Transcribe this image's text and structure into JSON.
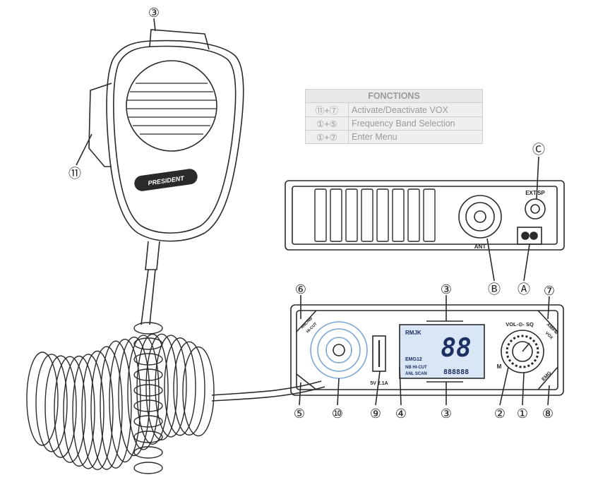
{
  "functions_table": {
    "title": "FONCTIONS",
    "rows": [
      {
        "keys": "⑪+⑦",
        "label": "Activate/Deactivate VOX"
      },
      {
        "keys": "①+⑤",
        "label": "Frequency Band Selection"
      },
      {
        "keys": "①+⑦",
        "label": "Enter Menu"
      }
    ]
  },
  "brand": "PRESIDENT",
  "callouts": {
    "n1": "①",
    "n2": "②",
    "n3": "③",
    "n4": "④",
    "n5": "⑤",
    "n6": "⑥",
    "n7": "⑦",
    "n8": "⑧",
    "n9": "⑨",
    "n10": "⑩",
    "n11": "⑪",
    "A": "Ⓐ",
    "B": "Ⓑ",
    "C": "Ⓒ"
  },
  "rear_panel": {
    "ant_label": "ANT",
    "ext_sp_label": "EXT.SP"
  },
  "front_panel": {
    "vol_sq_label": "VOL-⊙- SQ",
    "usb_label": "5V 2.1A",
    "m_label": "M",
    "am_fm_label": "AM/FM",
    "vox_label": "VOX",
    "emg_label": "EMG",
    "anl_label": "ANL/NB",
    "hicut_label": "HI-CUT"
  },
  "lcd": {
    "digits": "88",
    "line1": "RMJK",
    "line2": "EMG12",
    "line3": "NB HI-CUT",
    "line4": "ANL SCAN",
    "segments": "888888"
  },
  "colors": {
    "ink": "#2a2a2a",
    "lcd_bg": "#d9e6f5",
    "lcd_ink": "#1d2f63"
  }
}
